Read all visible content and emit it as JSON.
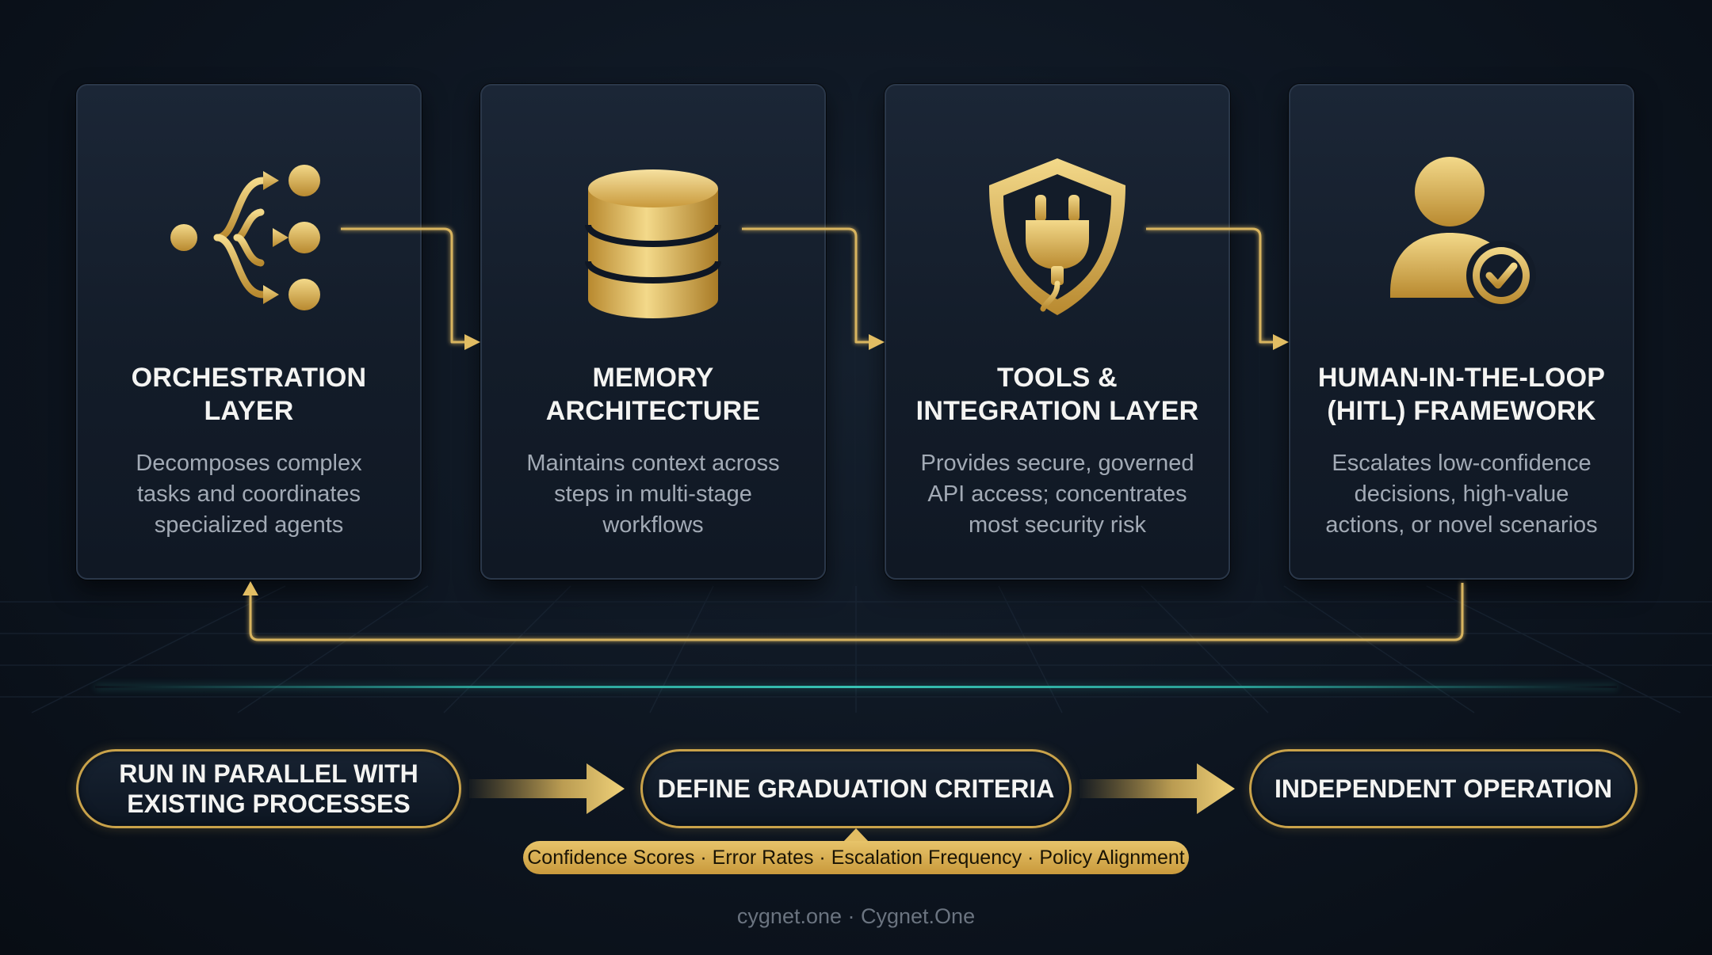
{
  "layers": [
    {
      "title": "ORCHESTRATION LAYER",
      "title_lines": [
        "ORCHESTRATION",
        "LAYER"
      ],
      "description_lines": [
        "Decomposes complex",
        "tasks and coordinates",
        "specialized agents"
      ],
      "icon": "branching-flow-icon"
    },
    {
      "title": "MEMORY ARCHITECTURE",
      "title_lines": [
        "MEMORY",
        "ARCHITECTURE"
      ],
      "description_lines": [
        "Maintains context across",
        "steps in multi-stage",
        "workflows"
      ],
      "icon": "database-icon"
    },
    {
      "title": "TOOLS & INTEGRATION LAYER",
      "title_lines": [
        "TOOLS &",
        "INTEGRATION LAYER"
      ],
      "description_lines": [
        "Provides secure, governed",
        "API access; concentrates",
        "most security risk"
      ],
      "icon": "shield-plug-icon"
    },
    {
      "title": "HUMAN-IN-THE-LOOP (HITL) FRAMEWORK",
      "title_lines": [
        "HUMAN-IN-THE-LOOP",
        "(HITL) FRAMEWORK"
      ],
      "description_lines": [
        "Escalates low-confidence",
        "decisions, high-value",
        "actions, or novel scenarios"
      ],
      "icon": "user-check-icon"
    }
  ],
  "steps": [
    {
      "lines": [
        "RUN IN PARALLEL WITH",
        "EXISTING PROCESSES"
      ]
    },
    {
      "lines": [
        "DEFINE GRADUATION CRITERIA"
      ]
    },
    {
      "lines": [
        "INDEPENDENT OPERATION"
      ]
    }
  ],
  "criteria": "Confidence Scores · Error Rates · Escalation Frequency · Policy Alignment",
  "footer": "cygnet.one · Cygnet.One",
  "colors": {
    "gold": "#c9a24a",
    "gold_light": "#f0d27a",
    "teal": "#37c2b3",
    "card_bg": "#1b2636",
    "text": "#f4f4f2",
    "muted": "#a2aab5"
  }
}
